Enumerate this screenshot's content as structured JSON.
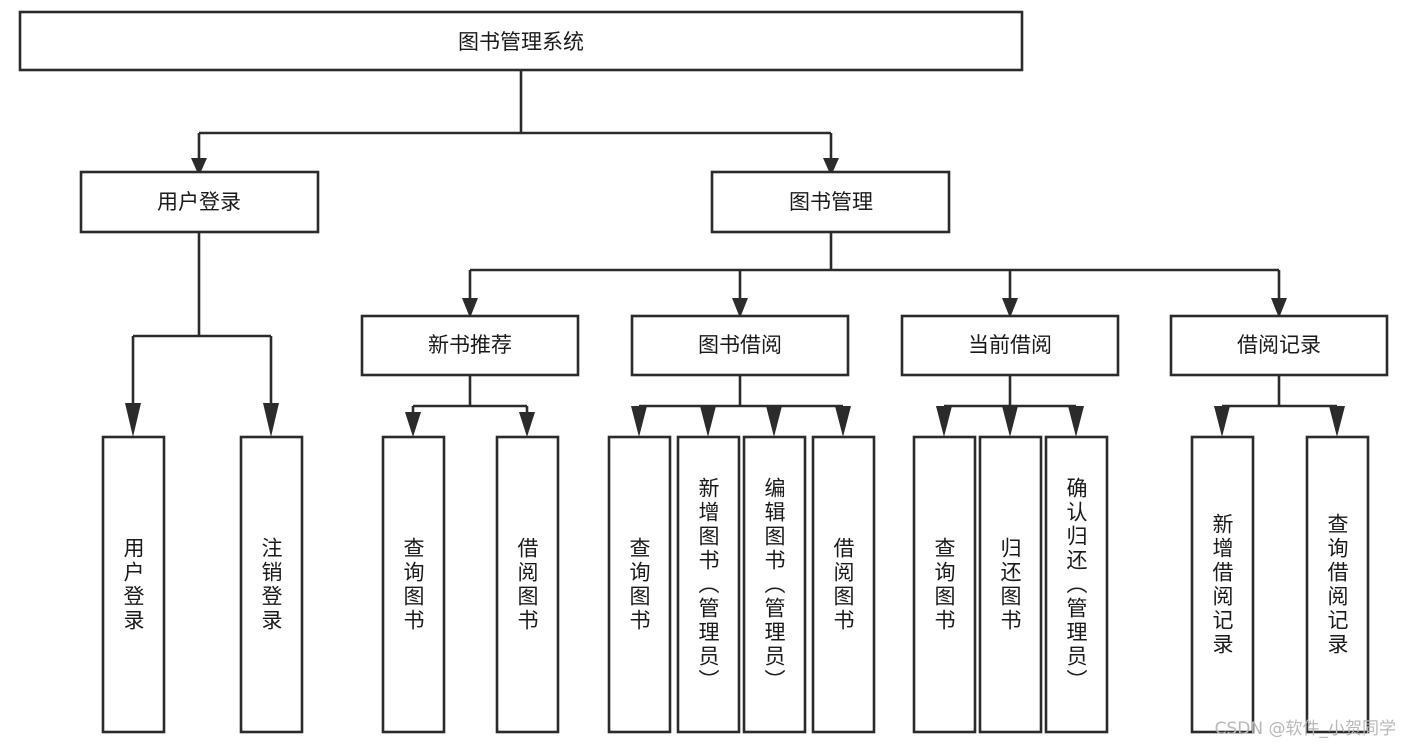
{
  "diagram": {
    "type": "tree-hierarchy-chart",
    "title": "图书管理系统",
    "orientation": "top-down",
    "levels": 4,
    "root": {
      "id": "root",
      "label": "图书管理系统",
      "text_orientation": "horizontal"
    },
    "level1": [
      {
        "id": "user-login",
        "label": "用户登录",
        "text_orientation": "horizontal"
      },
      {
        "id": "book-manage",
        "label": "图书管理",
        "text_orientation": "horizontal"
      }
    ],
    "level2": [
      {
        "id": "new-book-recommend",
        "label": "新书推荐",
        "parent": "book-manage",
        "text_orientation": "horizontal"
      },
      {
        "id": "book-borrow",
        "label": "图书借阅",
        "parent": "book-manage",
        "text_orientation": "horizontal"
      },
      {
        "id": "current-borrow",
        "label": "当前借阅",
        "parent": "book-manage",
        "text_orientation": "horizontal"
      },
      {
        "id": "borrow-record",
        "label": "借阅记录",
        "parent": "book-manage",
        "text_orientation": "horizontal"
      }
    ],
    "leaves": [
      {
        "id": "leaf-user-login",
        "label": "用户登录",
        "parent": "user-login",
        "text_orientation": "vertical"
      },
      {
        "id": "leaf-user-logout",
        "label": "注销登录",
        "parent": "user-login",
        "text_orientation": "vertical"
      },
      {
        "id": "leaf-query-book-1",
        "label": "查询图书",
        "parent": "new-book-recommend",
        "text_orientation": "vertical"
      },
      {
        "id": "leaf-borrow-book-1",
        "label": "借阅图书",
        "parent": "new-book-recommend",
        "text_orientation": "vertical"
      },
      {
        "id": "leaf-query-book-2",
        "label": "查询图书",
        "parent": "book-borrow",
        "text_orientation": "vertical"
      },
      {
        "id": "leaf-add-book",
        "label": "新增图书（管理员）",
        "parent": "book-borrow",
        "text_orientation": "vertical"
      },
      {
        "id": "leaf-edit-book",
        "label": "编辑图书（管理员）",
        "parent": "book-borrow",
        "text_orientation": "vertical"
      },
      {
        "id": "leaf-borrow-book-2",
        "label": "借阅图书",
        "parent": "book-borrow",
        "text_orientation": "vertical"
      },
      {
        "id": "leaf-query-book-3",
        "label": "查询图书",
        "parent": "current-borrow",
        "text_orientation": "vertical"
      },
      {
        "id": "leaf-return-book",
        "label": "归还图书",
        "parent": "current-borrow",
        "text_orientation": "vertical"
      },
      {
        "id": "leaf-confirm-return",
        "label": "确认归还（管理员）",
        "parent": "current-borrow",
        "text_orientation": "vertical"
      },
      {
        "id": "leaf-add-record",
        "label": "新增借阅记录",
        "parent": "borrow-record",
        "text_orientation": "vertical"
      },
      {
        "id": "leaf-query-record",
        "label": "查询借阅记录",
        "parent": "borrow-record",
        "text_orientation": "vertical"
      }
    ],
    "colors": {
      "box_stroke": "#2b2b2b",
      "box_fill": "#ffffff",
      "connector": "#2b2b2b",
      "text": "#1a1a1a",
      "background": "#ffffff",
      "watermark": "#b8b8b8"
    }
  },
  "watermark": {
    "label": "CSDN @软件_小贺同学"
  }
}
